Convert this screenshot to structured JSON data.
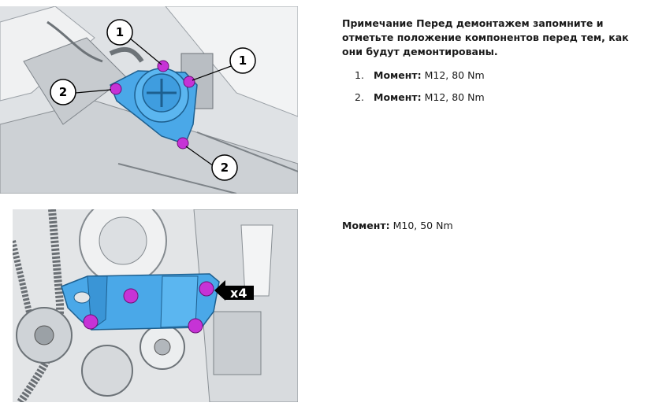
{
  "note": "Примечание Перед демонтажем запомните и отметьте положение компонентов перед тем, как они будут демонтированы.",
  "steps": [
    {
      "number": "1.",
      "label": "Момент:",
      "value": "M12, 80 Nm"
    },
    {
      "number": "2.",
      "label": "Момент:",
      "value": "M12, 80 Nm"
    }
  ],
  "torque_second": {
    "label": "Момент:",
    "value": "M10, 50 Nm"
  },
  "figure1": {
    "callouts": [
      "1",
      "1",
      "2",
      "2"
    ]
  },
  "figure2": {
    "multiplier": "x4"
  },
  "colors": {
    "part": "#4aa8e8",
    "bolt": "#c633d6",
    "background": "#e4e6e8"
  }
}
